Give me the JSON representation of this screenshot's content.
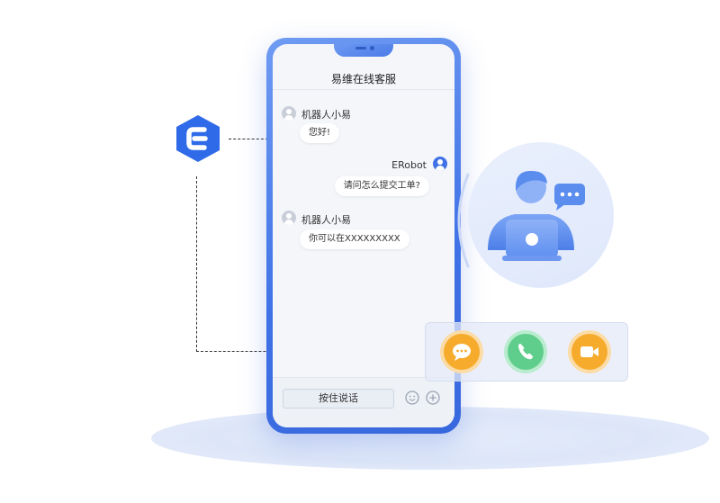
{
  "chat": {
    "title": "易维在线客服",
    "messages": [
      {
        "sender": "机器人小易",
        "text": "您好!",
        "side": "left"
      },
      {
        "sender": "ERobot",
        "text": "请问怎么提交工单?",
        "side": "right"
      },
      {
        "sender": "机器人小易",
        "text": "你可以在XXXXXXXXX",
        "side": "left"
      }
    ],
    "input": {
      "talk_button": "按住说话"
    }
  },
  "actions": [
    {
      "name": "chat",
      "icon": "chat-bubble-icon",
      "color": "#f5a623"
    },
    {
      "name": "phone",
      "icon": "phone-icon",
      "color": "#5ccb8a"
    },
    {
      "name": "video",
      "icon": "video-camera-icon",
      "color": "#f5a623"
    }
  ],
  "colors": {
    "phone_frame": "#3f72e6",
    "brand": "#2f6ae8",
    "agent_blue": "#5b8def"
  }
}
